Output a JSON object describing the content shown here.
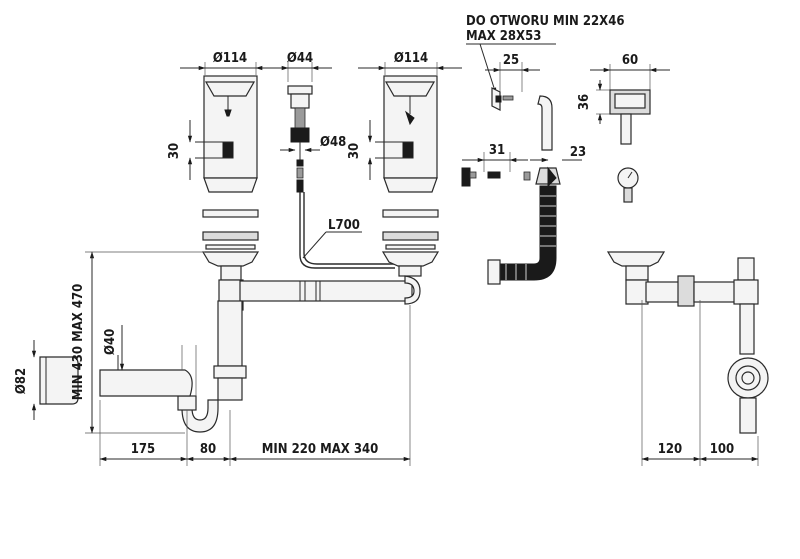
{
  "notes": {
    "hole_line1": "DO OTWORU MIN 22X46",
    "hole_line2": "MAX 28X53",
    "hose_length": "L700"
  },
  "dimensions": {
    "left_bowl_diameter": "Ø114",
    "right_bowl_diameter": "Ø114",
    "overflow_diameter": "Ø44",
    "overflow_nut_diameter": "Ø48",
    "left_plug_height": "30",
    "right_plug_height": "30",
    "overflow_cover_width": "25",
    "overflow_box_width": "60",
    "overflow_box_height": "36",
    "rosette_width": "31",
    "hose_tip_width": "23",
    "trap_inlet_diameter": "Ø40",
    "outlet_diameter": "Ø82",
    "height_range": "MIN 430 MAX 470",
    "horizontal_outlet_length": "175",
    "trap_offset": "80",
    "bowl_spacing": "MIN 220 MAX 340",
    "side_outlet_offset": "120",
    "side_drain_offset": "100"
  }
}
